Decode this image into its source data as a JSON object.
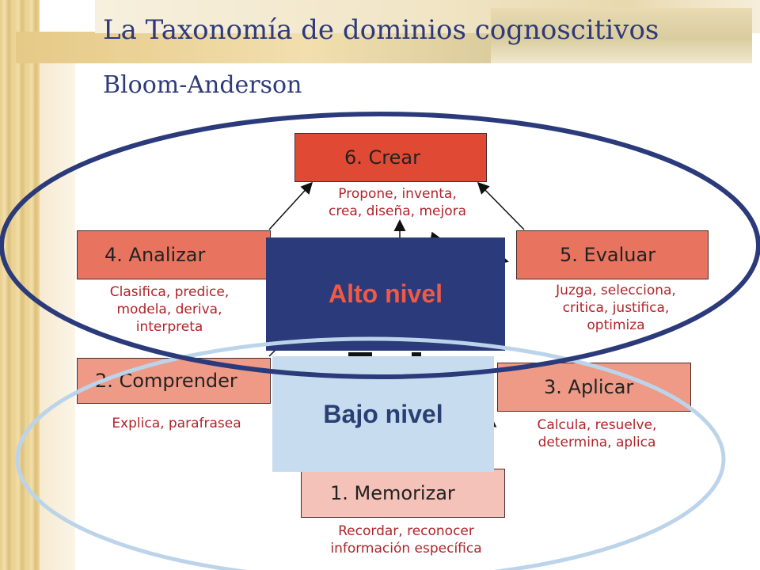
{
  "title": "La Taxonomía de dominios cognoscitivos",
  "subtitle": "Bloom-Anderson",
  "levels": {
    "crear": {
      "label": "6. Crear",
      "desc": "Propone, inventa,\ncrea, diseña, mejora",
      "color": "#e04a35"
    },
    "analizar": {
      "label": "4. Analizar",
      "desc": "Clasifica, predice,\nmodela, deriva,\ninterpreta",
      "color": "#e8735f"
    },
    "evaluar": {
      "label": "5. Evaluar",
      "desc": "Juzga, selecciona,\ncritica, justifica,\noptimiza",
      "color": "#e8735f"
    },
    "comprender": {
      "label": "2. Comprender",
      "desc": "Explica, parafrasea",
      "color": "#ee9a87"
    },
    "aplicar": {
      "label": "3. Aplicar",
      "desc": "Calcula, resuelve,\ndetermina, aplica",
      "color": "#ee9a87"
    },
    "memorizar": {
      "label": "1. Memorizar",
      "desc": "Recordar, reconocer\ninformación específica",
      "color": "#f4c2b8"
    }
  },
  "overlays": {
    "alto": {
      "label": "Alto nivel",
      "bg": "#2b3a7a",
      "fg": "#ef5a45"
    },
    "bajo": {
      "label": "Bajo nivel",
      "bg": "#c8dcf0",
      "fg": "#2a3f73"
    }
  },
  "colors": {
    "ellipse_high": "#2b3a7a",
    "ellipse_low": "#bcd4ea"
  }
}
